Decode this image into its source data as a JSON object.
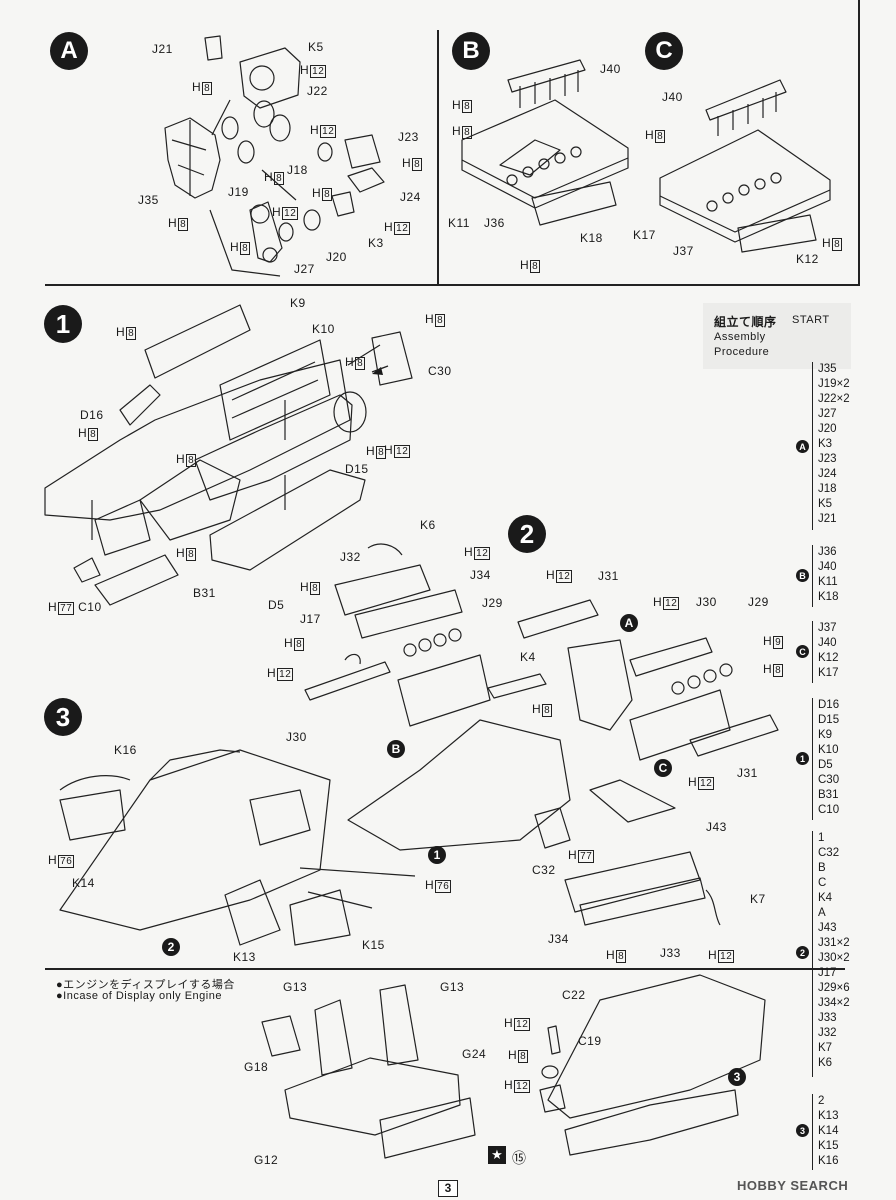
{
  "sections": {
    "A": "A",
    "B": "B",
    "C": "C",
    "step1": "1",
    "step2": "2",
    "step3": "3"
  },
  "labels_a": {
    "j21": "J21",
    "k5": "K5",
    "h8a": "H",
    "h8a_box": "8",
    "h12a": "H",
    "h12a_box": "12",
    "j22": "J22",
    "h12b": "H",
    "h12b_box": "12",
    "j23": "J23",
    "h8b": "H",
    "h8b_box": "8",
    "j18": "J18",
    "h8c": "H",
    "h8c_box": "8",
    "j19": "J19",
    "j24": "J24",
    "j35": "J35",
    "h8d": "H",
    "h8d_box": "8",
    "h8e": "H",
    "h8e_box": "8",
    "h12c": "H",
    "h12c_box": "12",
    "h12d": "H",
    "h12d_box": "12",
    "k3": "K3",
    "h8f": "H",
    "h8f_box": "8",
    "j20": "J20",
    "j27": "J27"
  },
  "labels_b": {
    "j40": "J40",
    "h8a": "H",
    "h8a_box": "8",
    "h8b": "H",
    "h8b_box": "8",
    "k11": "K11",
    "j36": "J36",
    "k18": "K18",
    "h8c": "H",
    "h8c_box": "8"
  },
  "labels_c": {
    "j40": "J40",
    "h8a": "H",
    "h8a_box": "8",
    "k17": "K17",
    "j37": "J37",
    "h8b": "H",
    "h8b_box": "8",
    "k12": "K12"
  },
  "labels_1": {
    "k9": "K9",
    "h8a": "H",
    "h8a_box": "8",
    "k10": "K10",
    "h8b": "H",
    "h8b_box": "8",
    "h8c": "H",
    "h8c_box": "8",
    "c30": "C30",
    "d16": "D16",
    "h8d": "H",
    "h8d_box": "8",
    "h8e": "H",
    "h8e_box": "8",
    "h12a": "H",
    "h12a_box": "12",
    "h8f": "H",
    "h8f_box": "8",
    "d15": "D15",
    "h8g": "H",
    "h8g_box": "8",
    "h8h": "H",
    "h8h_box": "8",
    "b31": "B31",
    "h77": "H",
    "h77_box": "77",
    "c10": "C10",
    "d5": "D5"
  },
  "labels_2": {
    "k6": "K6",
    "h12a": "H",
    "h12a_box": "12",
    "j32": "J32",
    "j34a": "J34",
    "h12b": "H",
    "h12b_box": "12",
    "j31a": "J31",
    "h12c": "H",
    "h12c_box": "12",
    "j30a": "J30",
    "j29a": "J29",
    "j17": "J17",
    "j29b": "J29",
    "h8a": "H",
    "h8a_box": "8",
    "h9": "H",
    "h9_box": "9",
    "h8b": "H",
    "h8b_box": "8",
    "h12d": "H",
    "h12d_box": "12",
    "k4": "K4",
    "h8c": "H",
    "h8c_box": "8",
    "j30b": "J30",
    "j31b": "J31",
    "h12e": "H",
    "h12e_box": "12",
    "j43": "J43",
    "c32": "C32",
    "h77": "H",
    "h77_box": "77",
    "k7": "K7",
    "j34b": "J34",
    "h8d": "H",
    "h8d_box": "8",
    "j33": "J33",
    "h12f": "H",
    "h12f_box": "12",
    "ref_a": "A",
    "ref_b": "B",
    "ref_c": "C",
    "ref_1": "1"
  },
  "labels_3": {
    "k16": "K16",
    "h76a": "H",
    "h76a_box": "76",
    "k14": "K14",
    "h76b": "H",
    "h76b_box": "76",
    "k13": "K13",
    "k15": "K15",
    "ref_2": "2"
  },
  "display": {
    "jp_note": "●エンジンをディスプレイする場合",
    "en_note": "●Incase of Display only Engine",
    "g13a": "G13",
    "g13b": "G13",
    "g18": "G18",
    "g24": "G24",
    "g12": "G12",
    "c22": "C22",
    "c19": "C19",
    "h12a": "H",
    "h12a_box": "12",
    "h8": "H",
    "h8_box": "8",
    "h12b": "H",
    "h12b_box": "12",
    "ref_3": "3",
    "circled_15": "⑮"
  },
  "procedure": {
    "title_jp": "組立て順序",
    "title_en1": "Assembly",
    "title_en2": "Procedure",
    "start": "START",
    "groupA": [
      "J35",
      "J19×2",
      "J22×2",
      "J27",
      "J20",
      "K3",
      "J23",
      "J24",
      "J18",
      "K5",
      "J21"
    ],
    "markA": "A",
    "groupB": [
      "J36",
      "J40",
      "K11",
      "K18"
    ],
    "markB": "B",
    "groupC": [
      "J37",
      "J40",
      "K12",
      "K17"
    ],
    "markC": "C",
    "group1": [
      "D16",
      "D15",
      "K9",
      "K10",
      "D5",
      "C30",
      "B31",
      "C10"
    ],
    "mark1": "1",
    "group2": [
      "1",
      "C32",
      "B",
      "C",
      "K4",
      "A",
      "J43",
      "J31×2",
      "J30×2",
      "J17",
      "J29×6",
      "J34×2",
      "J33",
      "J32",
      "K7",
      "K6"
    ],
    "mark2": "2",
    "group3": [
      "2",
      "K13",
      "K14",
      "K15",
      "K16"
    ],
    "mark3": "3"
  },
  "footer": {
    "page": "3",
    "watermark": "HOBBY SEARCH"
  }
}
